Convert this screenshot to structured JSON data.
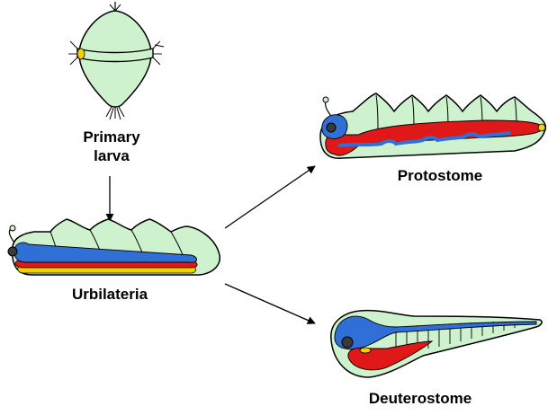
{
  "labels": {
    "primary_larva_line1": "Primary",
    "primary_larva_line2": "larva",
    "urbilateria": "Urbilateria",
    "protostome": "Protostome",
    "deuterostome": "Deuterostome"
  },
  "colors": {
    "body_fill": "#cdf2cd",
    "outline": "#000000",
    "blue_tissue": "#2f6fd6",
    "red_tissue": "#e01818",
    "yellow_tissue": "#f5d000",
    "eye": "#3a3a3a",
    "arrow": "#000000"
  }
}
